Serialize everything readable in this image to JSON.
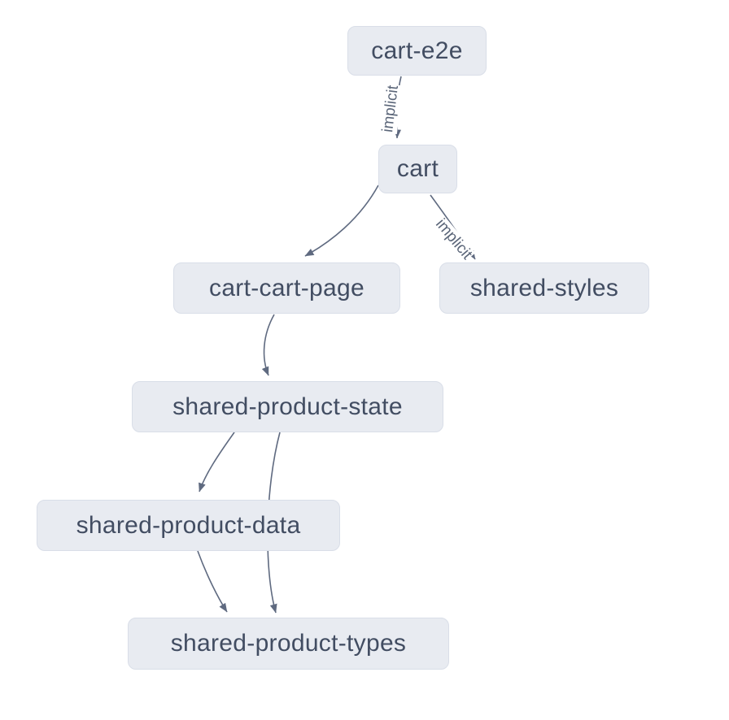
{
  "diagram": {
    "kind": "dependency-graph",
    "background_color": "#ffffff",
    "node_fill_color": "#e8ebf1",
    "node_border_color": "#d9dee8",
    "node_text_color": "#424d62",
    "edge_color": "#5f6a80",
    "edge_label_color": "#5a6578",
    "nodes": [
      {
        "id": "cart-e2e",
        "label": "cart-e2e"
      },
      {
        "id": "cart",
        "label": "cart"
      },
      {
        "id": "cart-cart-page",
        "label": "cart-cart-page"
      },
      {
        "id": "shared-styles",
        "label": "shared-styles"
      },
      {
        "id": "shared-product-state",
        "label": "shared-product-state"
      },
      {
        "id": "shared-product-data",
        "label": "shared-product-data"
      },
      {
        "id": "shared-product-types",
        "label": "shared-product-types"
      }
    ],
    "edges": [
      {
        "from": "cart-e2e",
        "to": "cart",
        "label": "implicit"
      },
      {
        "from": "cart",
        "to": "cart-cart-page",
        "label": ""
      },
      {
        "from": "cart",
        "to": "shared-styles",
        "label": "implicit"
      },
      {
        "from": "cart-cart-page",
        "to": "shared-product-state",
        "label": ""
      },
      {
        "from": "shared-product-state",
        "to": "shared-product-data",
        "label": ""
      },
      {
        "from": "shared-product-state",
        "to": "shared-product-types",
        "label": ""
      },
      {
        "from": "shared-product-data",
        "to": "shared-product-types",
        "label": ""
      }
    ]
  }
}
